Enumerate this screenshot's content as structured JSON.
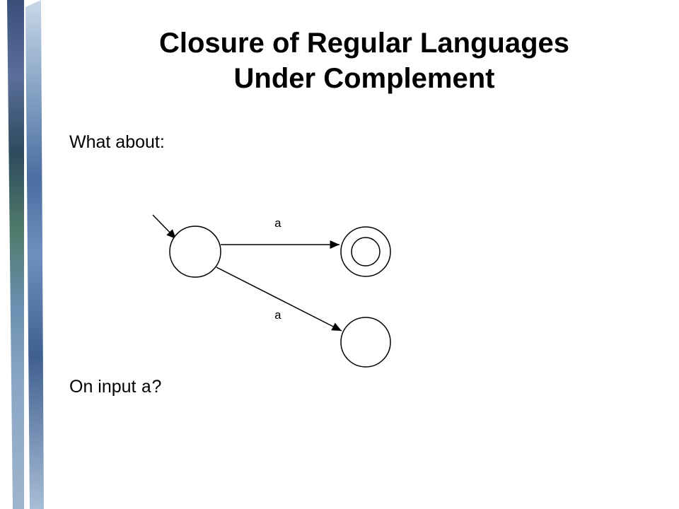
{
  "slide": {
    "title_line1": "Closure of Regular Languages",
    "title_line2": "Under Complement",
    "what_about": "What about:",
    "on_input_prefix": "On input",
    "on_input_symbol": "a",
    "on_input_suffix": "?"
  },
  "automaton": {
    "states": [
      {
        "id": "q0",
        "initial": true,
        "accepting": false
      },
      {
        "id": "q1",
        "initial": false,
        "accepting": true
      },
      {
        "id": "q2",
        "initial": false,
        "accepting": false
      }
    ],
    "transitions": [
      {
        "from": "q0",
        "to": "q1",
        "label": "a"
      },
      {
        "from": "q0",
        "to": "q2",
        "label": "a"
      }
    ]
  },
  "colors": {
    "text": "#000000",
    "strip_dark": "#2a3f6b",
    "strip_light": "#9fb8cf"
  }
}
